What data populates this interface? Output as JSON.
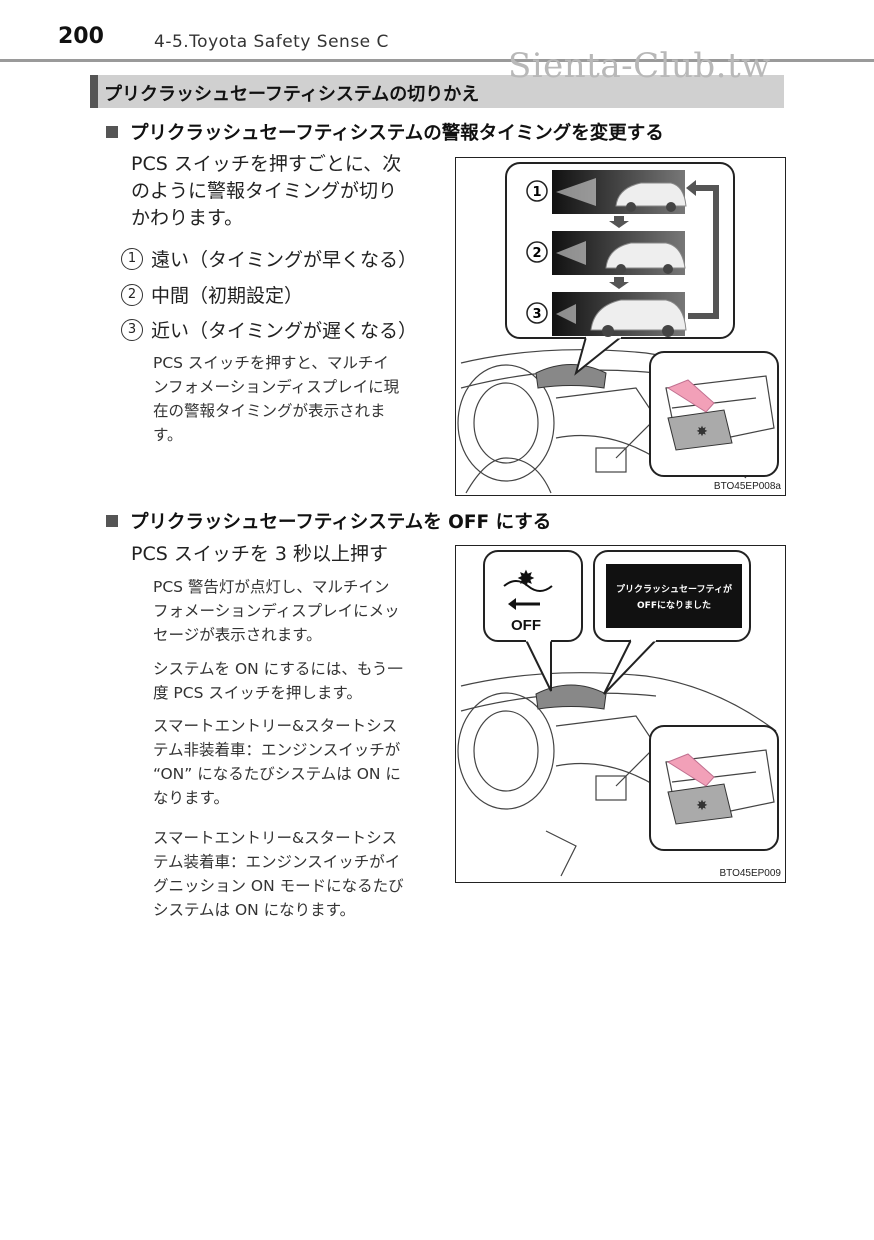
{
  "header": {
    "page_number": "200",
    "chapter": "4-5.Toyota Safety Sense C",
    "watermark": "Sienta-Club.tw"
  },
  "section_title": "プリクラッシュセーフティシステムの切りかえ",
  "sub1": {
    "heading": "プリクラッシュセーフティシステムの警報タイミングを変更する",
    "intro_lines": [
      "PCS スイッチを押すごとに、次",
      "のように警報タイミングが切り",
      "かわります。"
    ],
    "items": [
      {
        "num": "1",
        "text": "遠い（タイミングが早くなる）"
      },
      {
        "num": "2",
        "text": "中間（初期設定）"
      },
      {
        "num": "3",
        "text": "近い（タイミングが遅くなる）"
      }
    ],
    "note_lines": [
      "PCS スイッチを押すと、マルチイ",
      "ンフォメーションディスプレイに現",
      "在の警報タイミングが表示されま",
      "す。"
    ],
    "figure_id": "BTO45EP008a",
    "figure_labels": [
      "1",
      "2",
      "3"
    ]
  },
  "sub2": {
    "heading": "プリクラッシュセーフティシステムを OFF にする",
    "instruction": "PCS スイッチを 3 秒以上押す",
    "note1_lines": [
      "PCS 警告灯が点灯し、マルチイン",
      "フォメーションディスプレイにメッ",
      "セージが表示されます。"
    ],
    "note2_lines": [
      "システムを ON にするには、もう一",
      "度 PCS スイッチを押します。"
    ],
    "note3_lines": [
      "スマートエントリー&スタートシス",
      "テム非装着車：エンジンスイッチが",
      "“ON” になるたびシステムは ON に",
      "なります。"
    ],
    "note4_lines": [
      "スマートエントリー&スタートシス",
      "テム装着車：エンジンスイッチがイ",
      "グニッション ON モードになるたび",
      "システムは ON になります。"
    ],
    "figure_id": "BTO45EP009",
    "off_label": "OFF",
    "display_msg_line1": "プリクラッシュセーフティが",
    "display_msg_line2": "OFFになりました"
  }
}
